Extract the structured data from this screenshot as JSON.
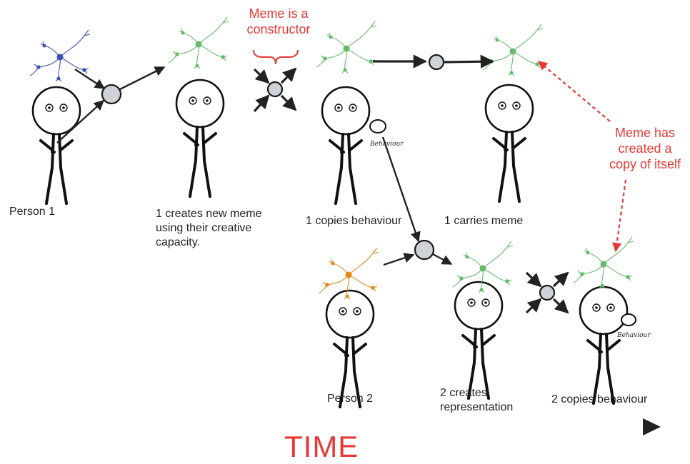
{
  "annotations": {
    "constructor_note": [
      "Meme is a",
      "constructor"
    ],
    "copy_note": [
      "Meme has",
      "created a",
      "copy of itself"
    ],
    "time_label": "TIME"
  },
  "captions": {
    "person1": "Person 1",
    "creates_meme": [
      "1 creates new meme",
      "using their creative",
      "capacity."
    ],
    "copies_behaviour_1": "1 copies behaviour",
    "carries_meme": "1 carries meme",
    "person2": "Person 2",
    "creates_representation": [
      "2 creates",
      "representation"
    ],
    "copies_behaviour_2": "2 copies behaviour"
  },
  "behaviour_label": "Behaviour",
  "colors": {
    "accent_red": "#e53935",
    "neuron_blue": "#3f51b5",
    "neuron_green": "#66bb6a",
    "neuron_orange": "#e08a1e",
    "node_fill": "#cfd2d6"
  }
}
